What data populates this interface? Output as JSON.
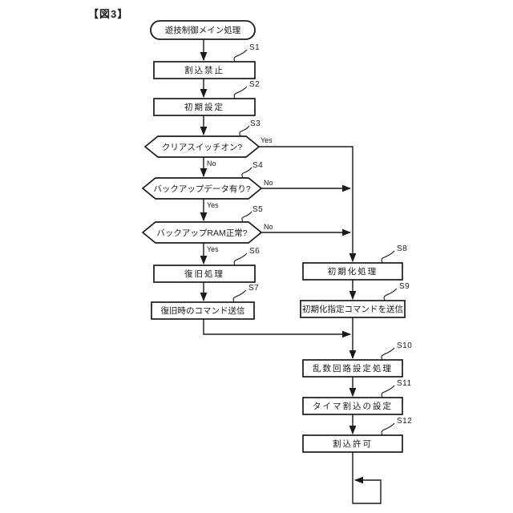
{
  "figure_label": "【図3】",
  "colors": {
    "ink": "#1a1a1a",
    "background": "#ffffff"
  },
  "start": {
    "label": "遊技制御メイン処理"
  },
  "steps": {
    "s1": {
      "id": "S1",
      "label": "割込禁止"
    },
    "s2": {
      "id": "S2",
      "label": "初期設定"
    },
    "s3": {
      "id": "S3",
      "label": "クリアスイッチオン?",
      "yes": "Yes",
      "no": "No"
    },
    "s4": {
      "id": "S4",
      "label": "バックアップデータ有り?",
      "yes": "Yes",
      "no": "No"
    },
    "s5": {
      "id": "S5",
      "label": "バックアップRAM正常?",
      "yes": "Yes",
      "no": "No"
    },
    "s6": {
      "id": "S6",
      "label": "復旧処理"
    },
    "s7": {
      "id": "S7",
      "label": "復旧時のコマンド送信"
    },
    "s8": {
      "id": "S8",
      "label": "初期化処理"
    },
    "s9": {
      "id": "S9",
      "label": "初期化指定コマンドを送信"
    },
    "s10": {
      "id": "S10",
      "label": "乱数回路設定処理"
    },
    "s11": {
      "id": "S11",
      "label": "タイマ割込の設定"
    },
    "s12": {
      "id": "S12",
      "label": "割込許可"
    }
  }
}
